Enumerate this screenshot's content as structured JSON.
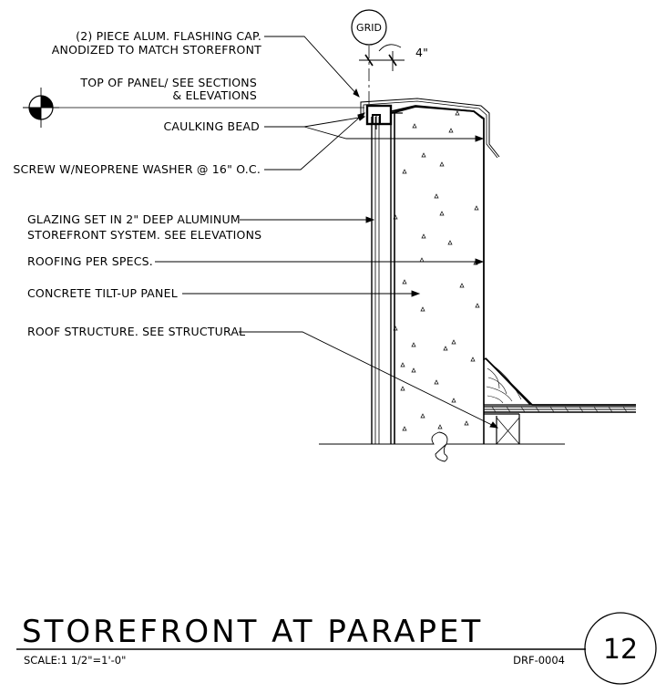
{
  "detail": {
    "grid_label": "GRID",
    "offset_dimension": "4\"",
    "labels": {
      "flashing_line1": "(2) PIECE ALUM. FLASHING CAP.",
      "flashing_line2": "ANODIZED TO MATCH STOREFRONT",
      "top_panel_line1": "TOP OF PANEL/ SEE SECTIONS",
      "top_panel_line2": "& ELEVATIONS",
      "caulking": "CAULKING BEAD",
      "screw": "SCREW W/NEOPRENE WASHER  @ 16\" O.C.",
      "glazing_line1": "GLAZING SET IN 2\" DEEP ALUMINUM",
      "glazing_line2": "STOREFRONT SYSTEM. SEE ELEVATIONS",
      "roofing": "ROOFING PER SPECS.",
      "concrete": "CONCRETE TILT-UP PANEL",
      "roof_structure": "ROOF STRUCTURE. SEE STRUCTURAL"
    }
  },
  "title_block": {
    "title": "STOREFRONT AT PARAPET",
    "scale": "SCALE:1  1/2\"=1'-0\"",
    "drawing_number": "DRF-0004",
    "detail_number": "12"
  }
}
